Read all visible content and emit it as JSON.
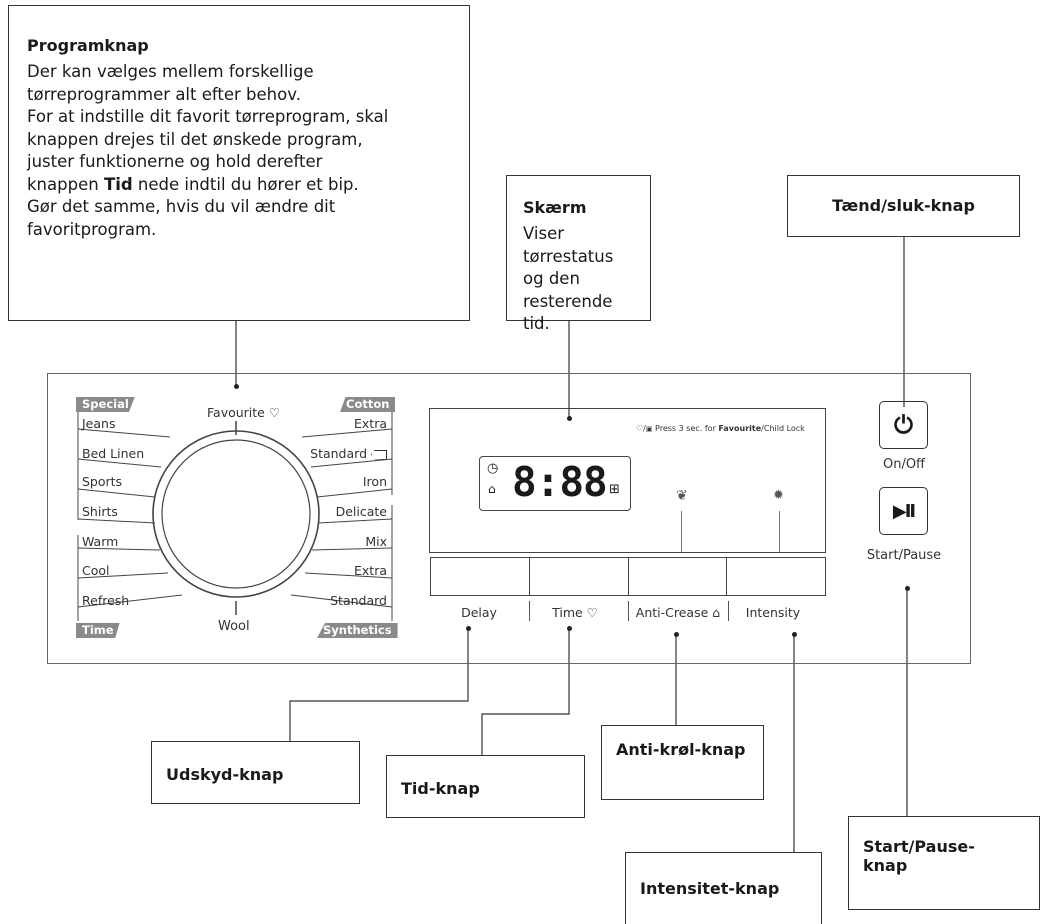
{
  "callouts": {
    "program": {
      "title": "Programknap",
      "lines": [
        "Der kan vælges mellem forskellige",
        "tørreprogrammer alt efter behov.",
        "For at indstille dit favorit tørreprogram, skal",
        "knappen drejes til det ønskede program,",
        "juster funktionerne og hold derefter"
      ],
      "line6_pre": "knappen ",
      "line6_bold": "Tid",
      "line6_post": " nede indtil du hører et bip.",
      "lines_after": [
        "Gør det samme, hvis du vil ændre dit",
        "favoritprogram."
      ]
    },
    "screen": {
      "title": "Skærm",
      "lines": [
        "Viser tørrestatus",
        "og den",
        "resterende tid."
      ]
    },
    "power": {
      "title": "Tænd/sluk-knap"
    },
    "delay": {
      "title": "Udskyd-knap"
    },
    "time": {
      "title": "Tid-knap"
    },
    "anticrease": {
      "title": "Anti-krøl-knap"
    },
    "intensity": {
      "title": "Intensitet-knap"
    },
    "startpause": {
      "title": "Start/Pause-",
      "title2": "knap"
    }
  },
  "panel": {
    "dial": {
      "favourite": "Favourite",
      "tags": {
        "special": "Special",
        "cotton": "Cotton",
        "time": "Time",
        "synthetics": "Synthetics"
      },
      "left_programs": [
        "Jeans",
        "Bed Linen",
        "Sports",
        "Shirts",
        "Warm",
        "Cool",
        "Refresh"
      ],
      "right_programs": [
        "Extra",
        "Standard",
        "Iron",
        "Delicate",
        "Mix",
        "Extra",
        "Standard"
      ],
      "bottom": "Wool"
    },
    "display": {
      "hint_prefix": "♡/",
      "hint_text": "Press 3 sec. for ",
      "hint_favourite": "Favourite",
      "hint_child": "/Child Lock",
      "digits": "8:88"
    },
    "buttons": {
      "delay": "Delay",
      "time": "Time",
      "anticrease": "Anti-Crease",
      "intensity": "Intensity"
    },
    "power": {
      "label": "On/Off",
      "icon_glyph": "⏻"
    },
    "start": {
      "label": "Start/Pause",
      "icon_glyph": "▶II"
    }
  },
  "icons": {
    "heart": "♡",
    "clock": "◷",
    "lock": "🔒",
    "grid": "⊞",
    "leaf": "❦",
    "sun": "✹"
  }
}
